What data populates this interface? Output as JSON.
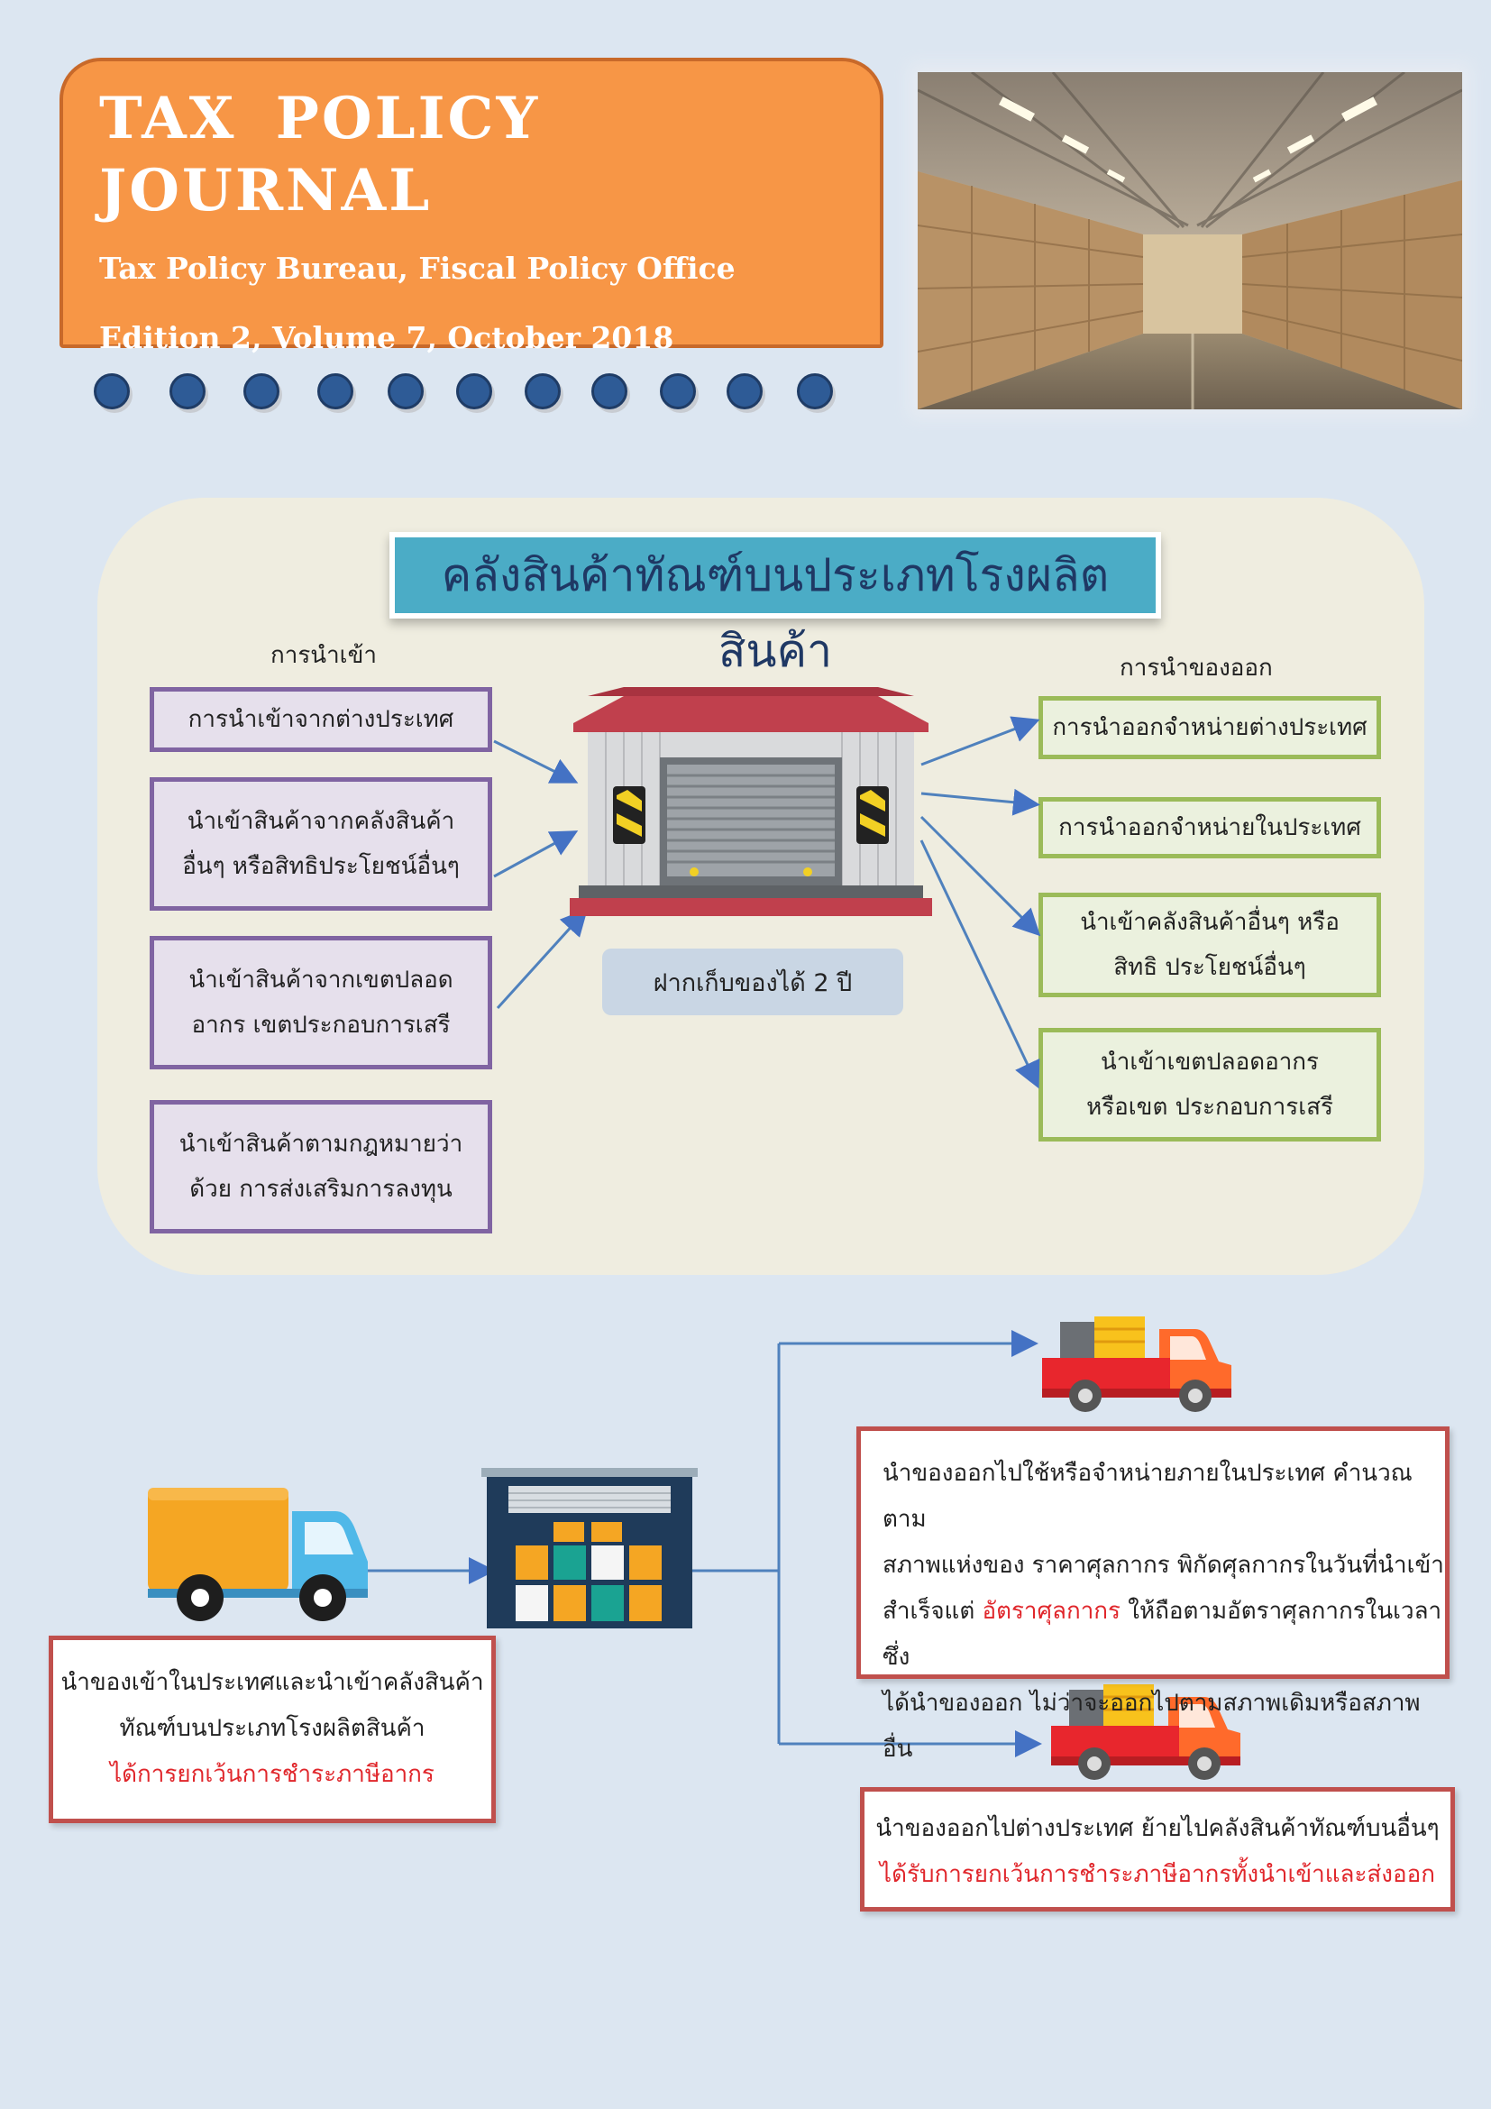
{
  "header": {
    "title": "TAX POLICY JOURNAL",
    "subtitle": "Tax Policy Bureau, Fiscal Policy Office",
    "edition": "Edition 2, Volume 7, October 2018"
  },
  "panel": {
    "title": "คลังสินค้าทัณฑ์บนประเภทโรงผลิตสินค้า",
    "import_heading": "การนำเข้า",
    "export_heading": "การนำของออก",
    "import_items": [
      "การนำเข้าจากต่างประเทศ",
      "นำเข้าสินค้าจากคลังสินค้าอื่นๆ หรือสิทธิประโยชน์อื่นๆ",
      "นำเข้าสินค้าจากเขตปลอดอากร เขตประกอบการเสรี",
      "นำเข้าสินค้าตามกฎหมายว่าด้วย การส่งเสริมการลงทุน"
    ],
    "export_items": [
      "การนำออกจำหน่ายต่างประเทศ",
      "การนำออกจำหน่ายในประเทศ",
      "นำเข้าคลังสินค้าอื่นๆ หรือสิทธิ ประโยชน์อื่นๆ",
      "นำเข้าเขตปลอดอากร หรือเขต ประกอบการเสรี"
    ],
    "storage_label": "ฝากเก็บของได้ 2 ปี"
  },
  "flow": {
    "import_box": {
      "line1": "นำของเข้าในประเทศและนำเข้าคลังสินค้า",
      "line2": "ทัณฑ์บนประเภทโรงผลิตสินค้า",
      "highlight": "ได้การยกเว้นการชำระภาษีอากร"
    },
    "domestic_box": {
      "line1": "นำของออกไปใช้หรือจำหน่ายภายในประเทศ คำนวณตาม",
      "line2": "สภาพแห่งของ ราคาศุลกากร พิกัดศุลกากรในวันที่นำเข้า",
      "line3_pre": "สำเร็จแต่ ",
      "line3_highlight": "อัตราศุลกากร",
      "line3_post": " ให้ถือตามอัตราศุลกากรในเวลาซึ่ง",
      "line4": "ได้นำของออก ไม่ว่าจะออกไปตามสภาพเดิมหรือสภาพอื่น"
    },
    "foreign_box": {
      "line1": "นำของออกไปต่างประเทศ ย้ายไปคลังสินค้าทัณฑ์บนอื่นๆ",
      "highlight": "ได้รับการยกเว้นการชำระภาษีอากรทั้งนำเข้าและส่งออก"
    }
  },
  "colors": {
    "page_bg": "#dce6f1",
    "header_orange": "#f79646",
    "dot_blue": "#2e5b96",
    "title_teal": "#4bacc6",
    "import_purple": "#8064a2",
    "export_green": "#9bbb59",
    "flow_red": "#c0504d",
    "highlight_red": "#e0262b"
  },
  "icons": [
    "warehouse-photo",
    "warehouse-icon",
    "arrow-icon",
    "delivery-truck-icon",
    "container-warehouse-icon",
    "pickup-truck-icon"
  ]
}
